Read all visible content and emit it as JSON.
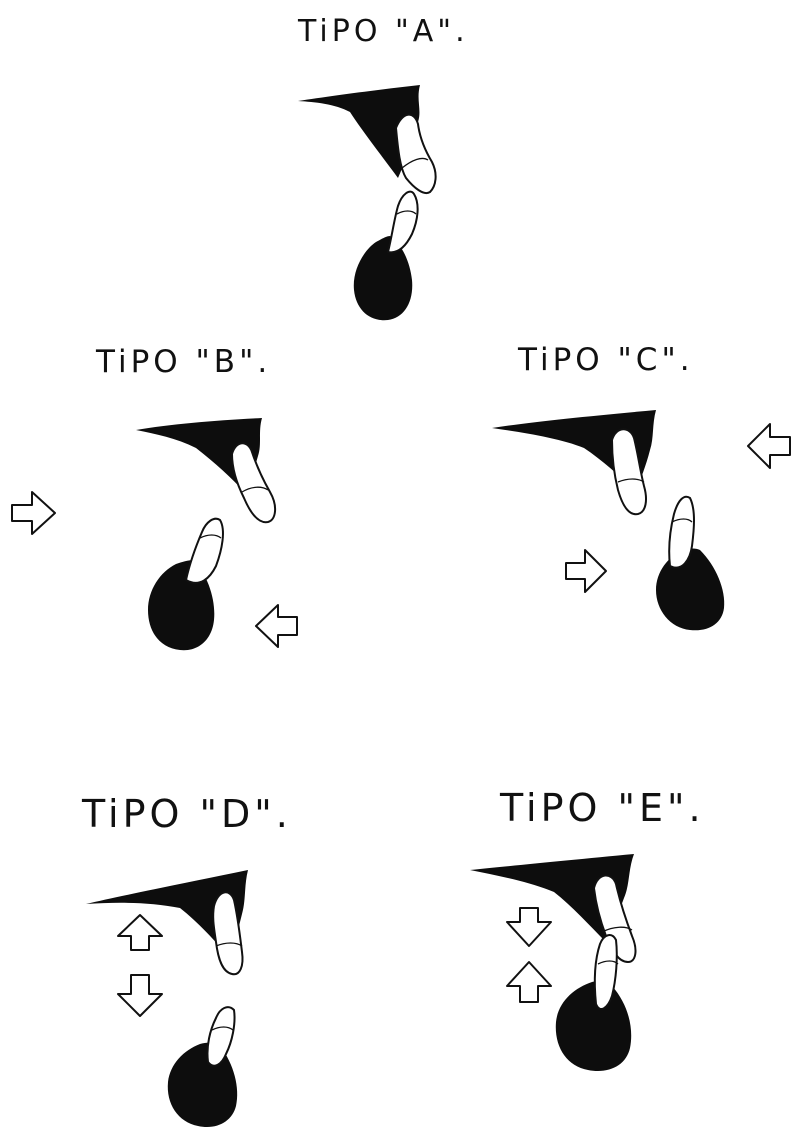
{
  "types": [
    {
      "id": "a",
      "label": "TiPO \"A\"."
    },
    {
      "id": "b",
      "label": "TiPO \"B\"."
    },
    {
      "id": "c",
      "label": "TiPO \"C\"."
    },
    {
      "id": "d",
      "label": "TiPO \"D\"."
    },
    {
      "id": "e",
      "label": "TiPO \"E\"."
    }
  ]
}
